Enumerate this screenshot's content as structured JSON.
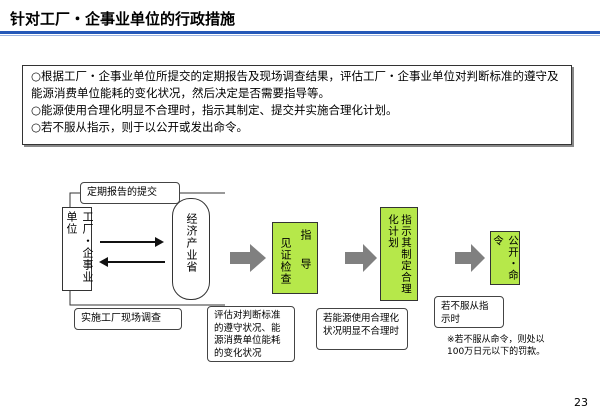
{
  "title": "针对工厂・企事业单位的行政措施",
  "info": {
    "line1": "○根据工厂・企事业单位所提交的定期报告及现场调查结果，评估工厂・企事业单位对判断标准的遵守及能源消费单位能耗的变化状况，然后决定是否需要指导等。",
    "line2": "○能源使用合理化明显不合理时，指示其制定、提交并实施合理化计划。",
    "line3": "○若不服从指示，则于以公开或发出命令。"
  },
  "flow": {
    "factory_box": "工厂・企事业单位",
    "top_label": "定期报告的提交",
    "bottom_label": "实施工厂现场调查",
    "ministry": "经济产业省",
    "guidance_top": "指导",
    "guidance_bottom": "见证检查",
    "plan_main": "指示其制定合理化计划",
    "publish": "公开・命令"
  },
  "callouts": {
    "evaluate": "评估对判断标准的遵守状况、能源消费单位能耗的变化状况",
    "unreasonable": "若能源使用合理化状况明显不合理时",
    "disobey": "若不服从指示时"
  },
  "note": "※若不服从命令，则处以100万日元以下的罚款。",
  "page_number": "23",
  "colors": {
    "green": "#b6e84a",
    "accent_blue": "#2458b8",
    "arrow_gray": "#7f7f7f"
  }
}
